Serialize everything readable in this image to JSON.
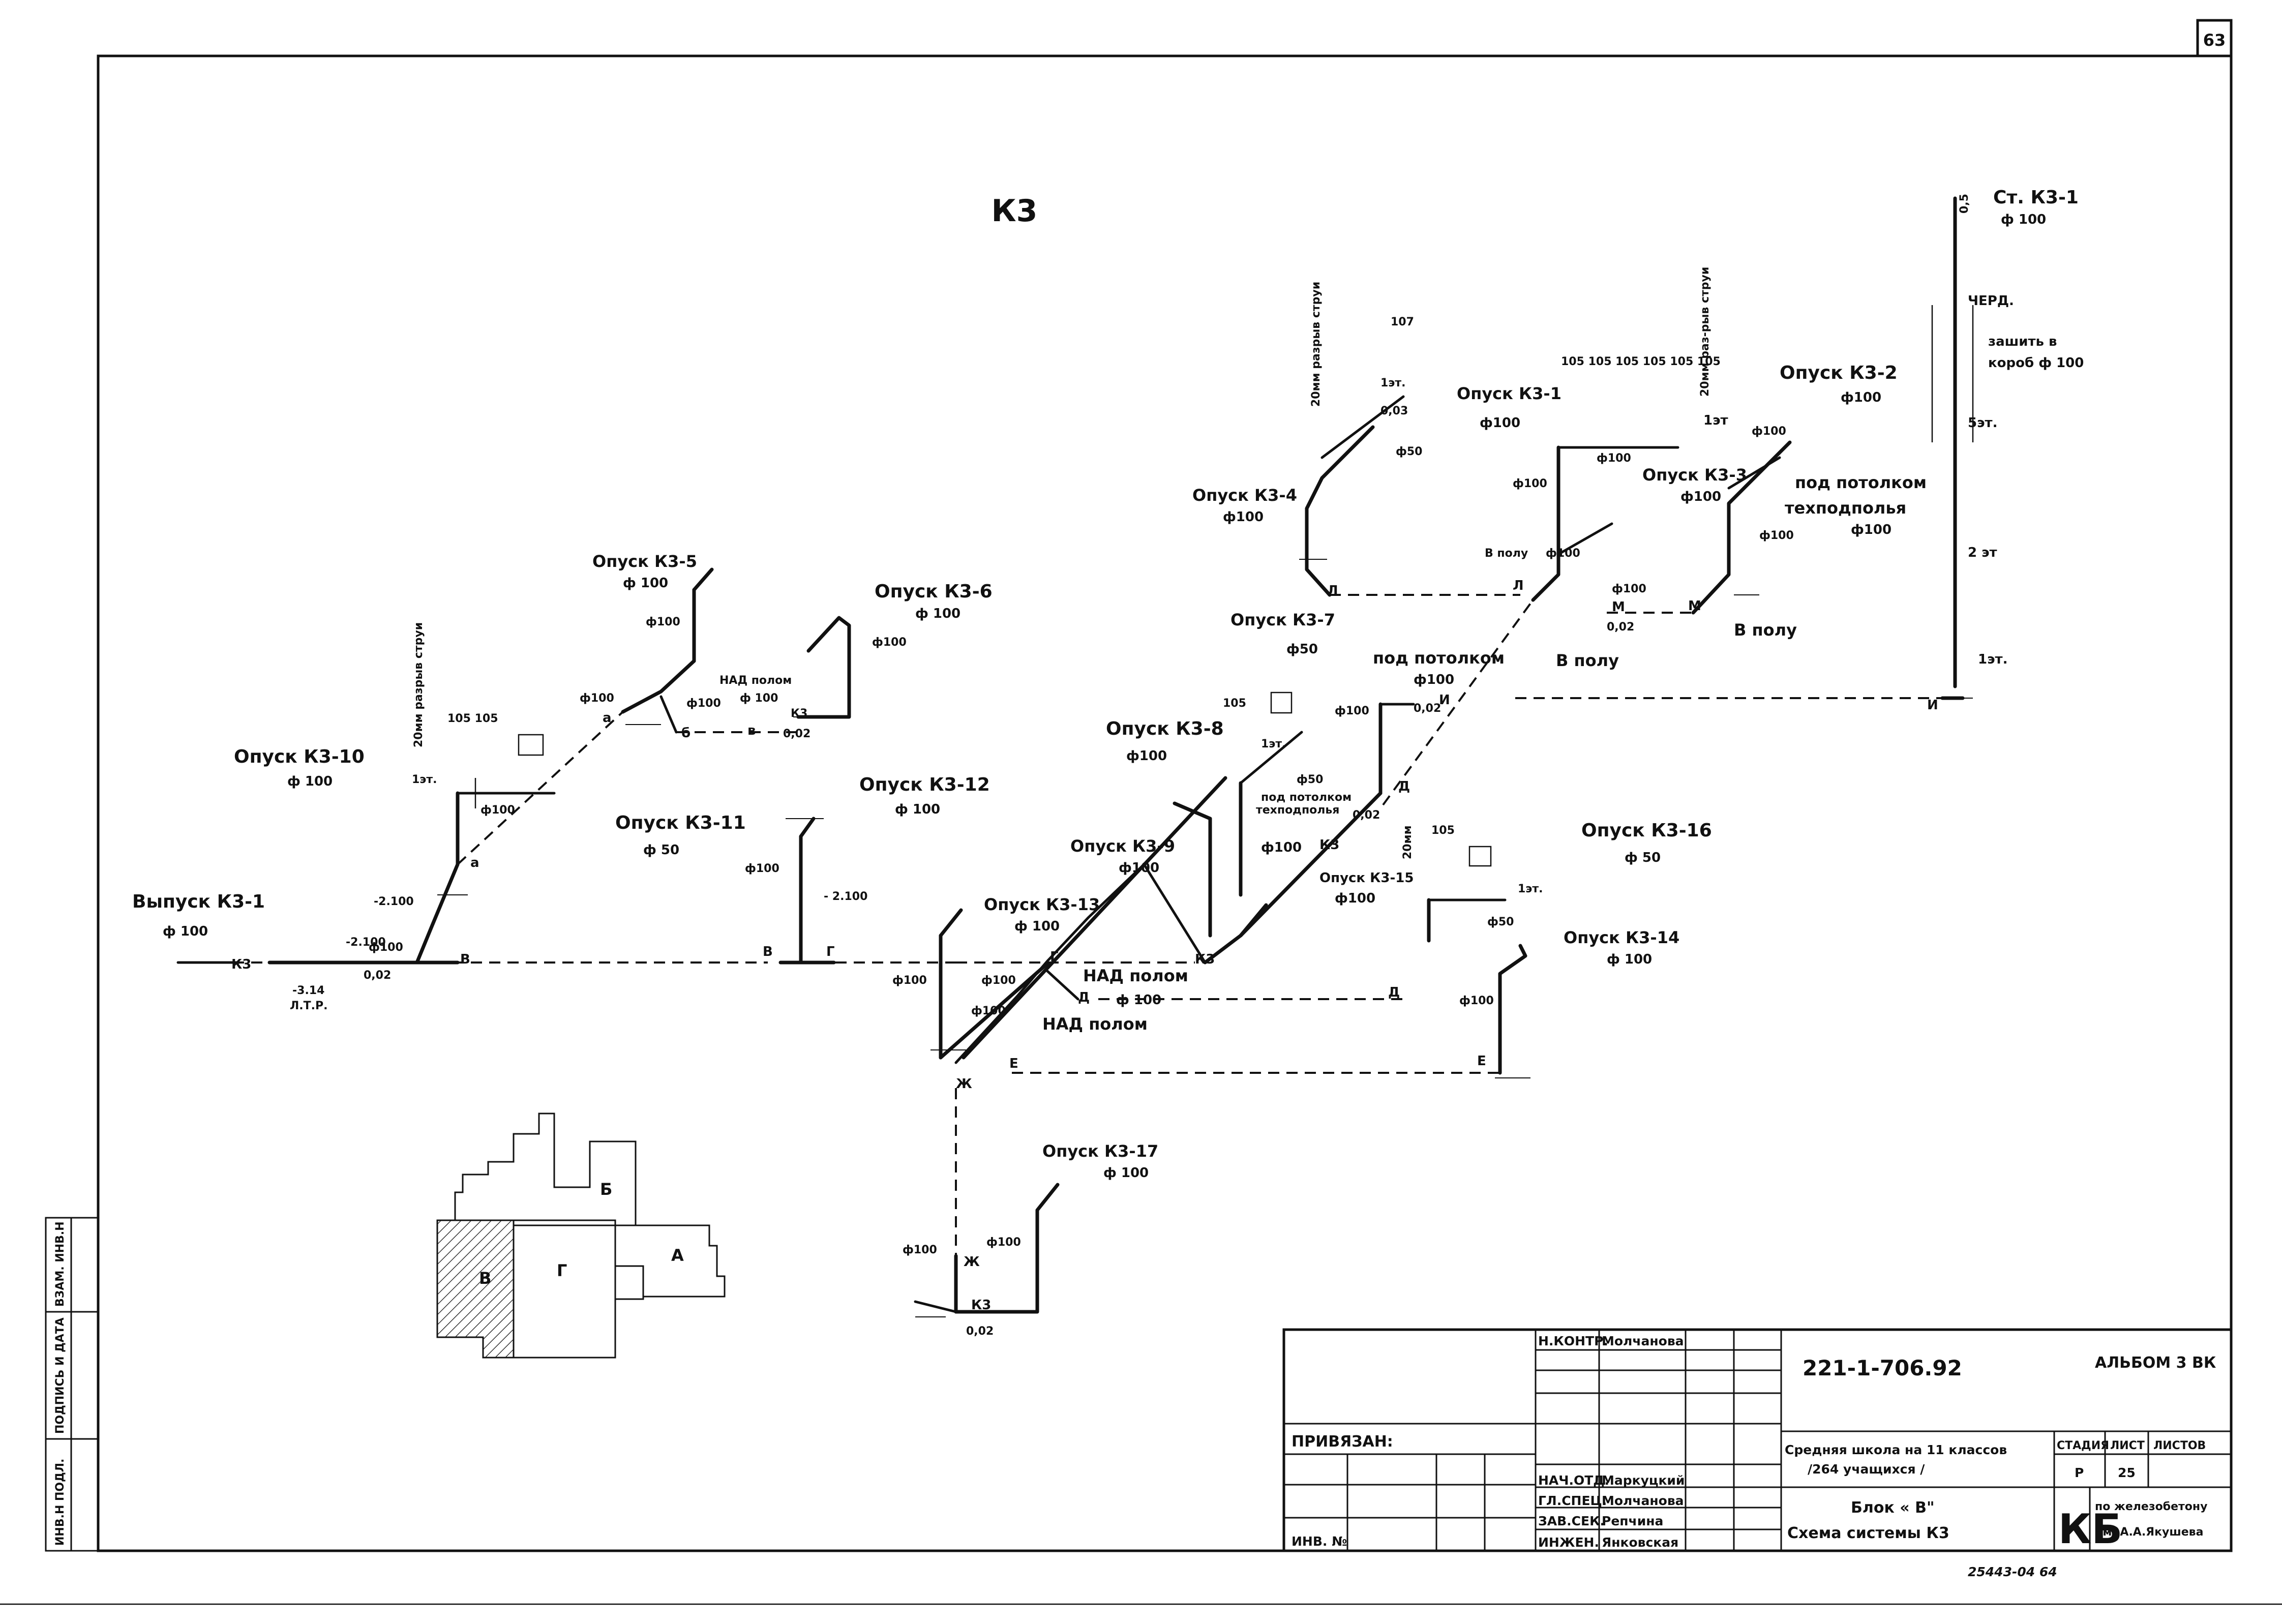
{
  "sheet": {
    "page_number": "63",
    "system_title": "К3",
    "footer_note": "25443-04 64"
  },
  "side_stamp": {
    "col1": "ИНВ.Н ПОДЛ.",
    "col2": "ПОДПИСЬ И ДАТА",
    "col3": "ВЗАМ. ИНВ.Н"
  },
  "risers": {
    "st_k3_1": {
      "name": "Ст. К3-1",
      "dia": "ф 100",
      "dim": "0,5",
      "roof": "ЧЕРД.",
      "note1": "зашить в",
      "note2": "короб ф 100",
      "f5": "5эт.",
      "f2": "2 эт",
      "f1": "1эт.",
      "node": "И"
    },
    "k3_2": {
      "name": "Опуск К3-2",
      "dia": "ф100",
      "d1": "ф100",
      "d2": "ф100",
      "note1": "под потолком",
      "note2": "техподполья",
      "note_dia": "ф100"
    },
    "k3_3": {
      "name": "Опуск К3-3",
      "dia": "ф100",
      "node": "М",
      "floor": "В полу"
    },
    "k3_1": {
      "name": "Опуск К3-1",
      "dia": "ф100",
      "dims": "105 105 105 105 105 105",
      "break": "20мм раз-рыв струи",
      "floor": "1эт",
      "d1": "ф100",
      "d2": "ф100",
      "floor_note": "В полу",
      "d3": "ф100",
      "d4": "ф100",
      "slope": "0,02",
      "node_l": "Л",
      "node_m": "М",
      "floor_note2": "В полу"
    },
    "k3_4": {
      "name": "Опуск К3-4",
      "dia": "ф100",
      "dim": "107",
      "break": "20мм разрыв струи",
      "floor": "1эт.",
      "d1": "ф50",
      "slope": "0,03",
      "node": "Л"
    },
    "k3_7": {
      "name": "Опуск К3-7",
      "dia": "ф50",
      "note1": "под потолком",
      "note_dia": "ф100",
      "slope": "0,02",
      "node": "И",
      "d1": "ф100"
    },
    "k3_8": {
      "name": "Опуск К3-8",
      "dia": "ф100",
      "dim": "105",
      "floor": "1эт.",
      "d1": "ф50",
      "note1": "под потолком",
      "note2": "техподполья",
      "d2": "ф100",
      "pipe": "К3",
      "slope": "0,02",
      "node": "Д"
    },
    "k3_9": {
      "name": "Опуск К3-9",
      "dia": "ф100",
      "pipe": "К3"
    },
    "k3_15": {
      "name": "Опуск К3-15",
      "dia": "ф100",
      "dim": "105",
      "break": "20мм",
      "floor": "1эт.",
      "d1": "ф50"
    },
    "k3_16": {
      "name": "Опуск К3-16",
      "dia": "ф 50"
    },
    "k3_14": {
      "name": "Опуск К3-14",
      "dia": "ф 100",
      "d1": "ф100",
      "node_d": "Д",
      "node_e": "Е"
    },
    "k3_13": {
      "name": "Опуск К3-13",
      "dia": "ф 100",
      "d1": "ф100",
      "d2": "ф100",
      "d3": "ф100",
      "note1": "НАД полом",
      "note2": "НАД полом",
      "d4": "ф 100",
      "node_g": "Г",
      "node_d": "Д",
      "node_e": "Е",
      "node_zh": "Ж"
    },
    "k3_12": {
      "name": "Опуск К3-12",
      "dia": "ф 100",
      "d1": "ф100",
      "level": "- 2.100",
      "node_v": "В",
      "node_g": "Г"
    },
    "k3_17": {
      "name": "Опуск К3-17",
      "dia": "ф 100",
      "d1": "ф100",
      "d2": "ф100",
      "pipe": "К3",
      "slope": "0,02",
      "node": "Ж"
    },
    "k3_5": {
      "name": "Опуск К3-5",
      "dia": "ф 100",
      "d1": "ф100",
      "d2": "ф100",
      "d3": "ф100",
      "note1": "НАД полом",
      "note_dia": "ф 100",
      "slope": "0,02",
      "node_a": "а",
      "node_b": "б",
      "node_v": "в",
      "pipe": "К3"
    },
    "k3_6": {
      "name": "Опуск К3-6",
      "dia": "ф 100",
      "d1": "ф100",
      "slope": "0,02"
    },
    "k3_10": {
      "name": "Опуск К3-10",
      "dia": "ф 100",
      "dims": "105  105",
      "break": "20мм разрыв струи",
      "floor": "1эт.",
      "d1": "ф100",
      "node": "а"
    },
    "k3_11": {
      "name": "Опуск К3-11",
      "dia": "ф 50"
    },
    "outlet": {
      "name": "Выпуск К3-1",
      "dia": "ф 100",
      "pipe": "К3",
      "lvl1": "-2.100",
      "lvl2": "-2.100",
      "lvl3": "-3.14",
      "lvl3_note": "Л.Т.Р.",
      "d1": "ф100",
      "slope": "0,02",
      "node": "В"
    }
  },
  "key_plan": {
    "a": "А",
    "b": "Б",
    "v": "В",
    "g": "Г"
  },
  "title_block": {
    "n_kontr_role": "Н.КОНТР.",
    "n_kontr_name": "Молчанова",
    "nach_otd_role": "НАЧ.ОТД.",
    "nach_otd_name": "Маркуцкий",
    "gl_spec_role": "ГЛ.СПЕЦ.",
    "gl_spec_name": "Молчанова",
    "zav_sek_role": "ЗАВ.СЕК.",
    "zav_sek_name": "Репчина",
    "inzh_role": "ИНЖЕН.",
    "inzh_name": "Янковская",
    "privyazan": "ПРИВЯЗАН:",
    "inv": "ИНВ. №",
    "doc_code": "221-1-706.92",
    "album": "АЛЬБОМ 3 ВК",
    "project1": "Средняя школа на 11 классов",
    "project2": "/264 учащихся /",
    "stage_h": "СТАДИЯ",
    "sheet_h": "ЛИСТ",
    "sheets_h": "ЛИСТОВ",
    "stage_v": "Р",
    "sheet_v": "25",
    "sheets_v": "",
    "drawing1": "Блок « В\"",
    "drawing2": "Схема системы К3",
    "org_logo": "КБ",
    "org1": "по железобетону",
    "org2": "им. А.А.Якушева"
  }
}
